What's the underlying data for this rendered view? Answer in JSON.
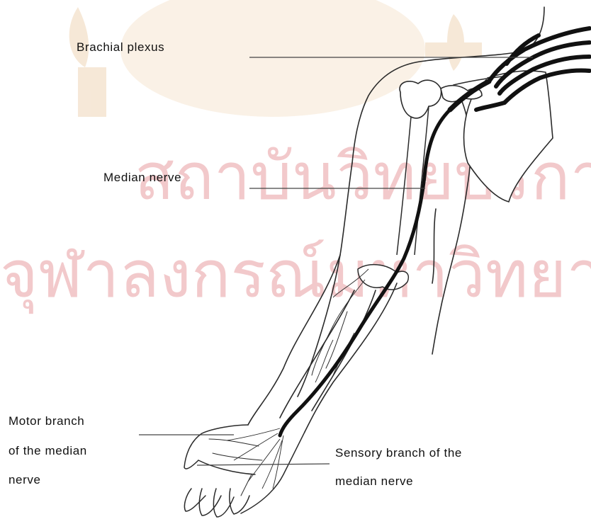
{
  "labels": {
    "brachial_plexus": "Brachial plexus",
    "median_nerve": "Median nerve",
    "motor_branch_line1": "Motor branch",
    "motor_branch_line2": "of the median",
    "motor_branch_line3": "nerve",
    "sensory_branch_line1": "Sensory branch of the",
    "sensory_branch_line2": "median nerve"
  },
  "watermark": {
    "line1": "สถาบันวิทยบริการ",
    "line2": "จุฬาลงกรณ์มหาวิทยาลัย",
    "color": "#f2c9cb"
  },
  "colors": {
    "outline": "#2a2a2a",
    "nerve": "#111111",
    "leader": "#444444",
    "seal": "#f6e6d2"
  }
}
